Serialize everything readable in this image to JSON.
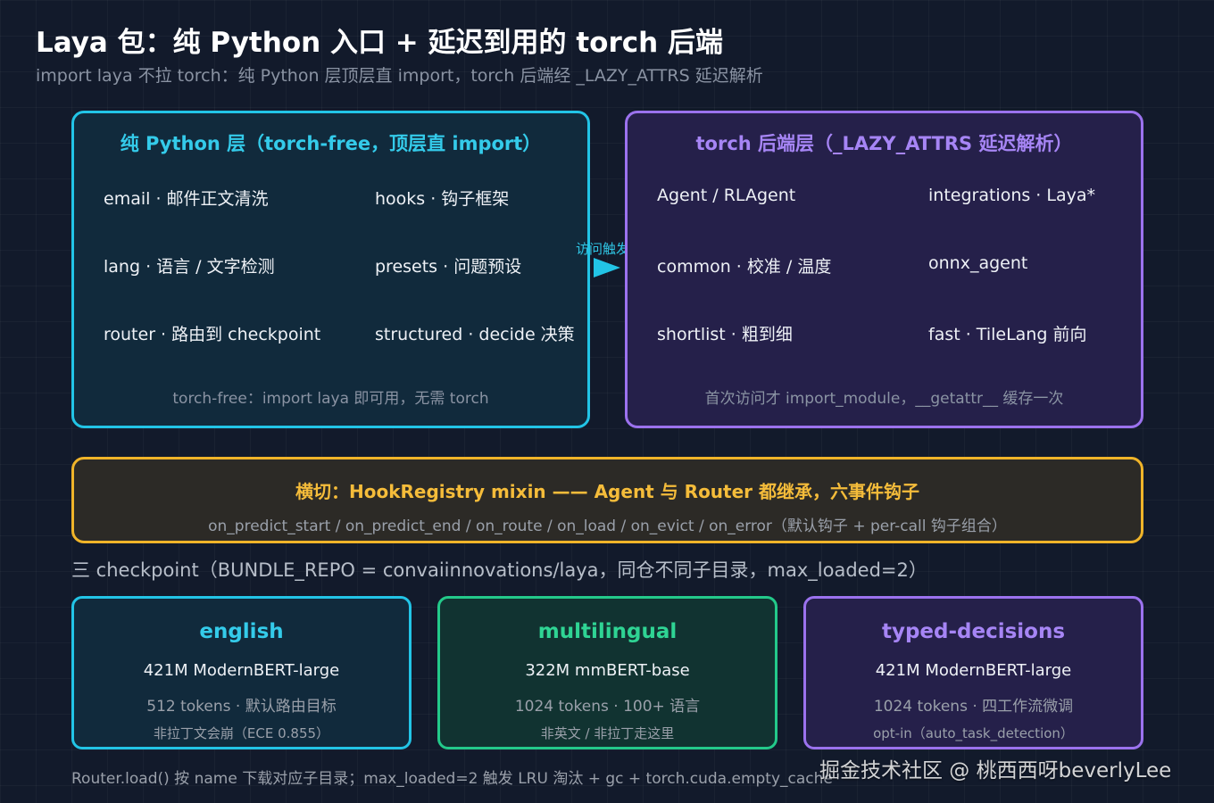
{
  "header": {
    "title": "Laya 包：纯 Python 入口 + 延迟到用的 torch 后端",
    "subtitle": "import laya 不拉 torch：纯 Python 层顶层直 import，torch 后端经 _LAZY_ATTRS 延迟解析"
  },
  "python_layer": {
    "title": "纯 Python 层（torch-free，顶层直 import）",
    "modules": [
      "email · 邮件正文清洗",
      "hooks · 钩子框架",
      "lang · 语言 / 文字检测",
      "presets · 问题预设",
      "router · 路由到 checkpoint",
      "structured · decide 决策"
    ],
    "note": "torch-free：import laya 即可用，无需 torch"
  },
  "arrow": {
    "label": "访问触发"
  },
  "torch_layer": {
    "title": "torch 后端层（_LAZY_ATTRS 延迟解析）",
    "modules": [
      "Agent / RLAgent",
      "integrations · Laya*",
      "common · 校准 / 温度",
      "onnx_agent",
      "shortlist · 粗到细",
      "fast · TileLang 前向"
    ],
    "note": "首次访问才 import_module，__getattr__ 缓存一次"
  },
  "crosscut": {
    "title": "横切：HookRegistry mixin —— Agent 与 Router 都继承，六事件钩子",
    "subtitle": "on_predict_start / on_predict_end / on_route / on_load / on_evict / on_error（默认钩子 + per-call 钩子组合）"
  },
  "checkpoints": {
    "heading": "三 checkpoint（BUNDLE_REPO = convaiinnovations/laya，同仓不同子目录，max_loaded=2）",
    "items": [
      {
        "name": "english",
        "model": "421M ModernBERT-large",
        "tokens": "512 tokens · 默认路由目标",
        "note": "非拉丁文会崩（ECE 0.855）"
      },
      {
        "name": "multilingual",
        "model": "322M mmBERT-base",
        "tokens": "1024 tokens · 100+ 语言",
        "note": "非英文 / 非拉丁走这里"
      },
      {
        "name": "typed-decisions",
        "model": "421M ModernBERT-large",
        "tokens": "1024 tokens · 四工作流微调",
        "note": "opt-in（auto_task_detection）"
      }
    ]
  },
  "footer": "Router.load() 按 name 下载对应子目录；max_loaded=2 触发 LRU 淘汰 + gc + torch.cuda.empty_cache",
  "watermark": "掘金技术社区 @ 桃西西呀beverlyLee",
  "colors": {
    "cyan": "#22c4e6",
    "purple": "#9b72ee",
    "amber": "#f0b429",
    "green": "#23c98a"
  }
}
